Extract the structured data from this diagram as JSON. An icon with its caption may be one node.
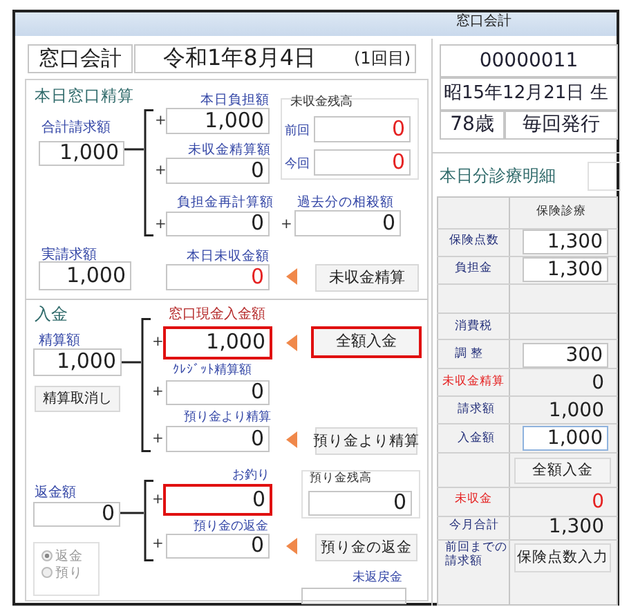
{
  "diagram": {
    "title": "窓口会計",
    "labels": [
      "窓口会計",
      "令和1年8月4日",
      "(1回目)",
      "00000011",
      "昭15年12月21日 生",
      "78歳",
      "毎回発行",
      "本日窓口精算",
      "本日負担額",
      "未収金残高",
      "合計請求額",
      "1,000",
      "1,000",
      "前回",
      "0",
      "未収金精算額",
      "0",
      "今回",
      "0",
      "負担金再計算額",
      "過去分の相殺額",
      "0",
      "0",
      "実請求額",
      "本日未収金額",
      "1,000",
      "0",
      "未収金精算",
      "本日分診療明細",
      "保険診療",
      "保険点数",
      "1,300",
      "負担金",
      "1,300",
      "入金",
      "窓口現金入金額",
      "精算額",
      "1,000",
      "全額入金",
      "1,000",
      "精算取消し",
      "ｸﾚｼﾞｯﾄ精算額",
      "0",
      "消費税",
      "調 整",
      "300",
      "未収金精算",
      "0",
      "預り金より精算",
      "0",
      "預り金より精算",
      "請求額",
      "1,000",
      "入金額",
      "1,000",
      "お釣り",
      "預り金残高",
      "全額入金",
      "返金額",
      "0",
      "0",
      "0",
      "未収金",
      "0",
      "預り金の返金",
      "0",
      "預り金の返金",
      "今月合計",
      "1,300",
      "返金",
      "前回までの請求額",
      "保険点数入力",
      "預り",
      "未返戻金",
      "+",
      "+",
      "+",
      "+",
      "+",
      "+",
      "+",
      "+",
      "+"
    ]
  }
}
